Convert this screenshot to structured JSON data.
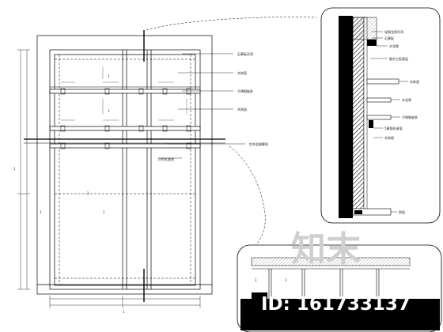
{
  "watermark": {
    "brand": "知末",
    "id_text": "ID: 161733137"
  },
  "elevation": {
    "labels": [
      "石膏板吊顶",
      "木饰面",
      "不锈钢嵌条",
      "木饰面",
      "铝合金踢脚线",
      "白色乳胶漆"
    ],
    "dimensions": [
      "1",
      "1",
      "1",
      "1",
      "1",
      "1",
      "1"
    ]
  },
  "section_detail": {
    "labels": [
      "轻钢龙骨吊顶",
      "石膏板",
      "木龙骨",
      "细木工板基层",
      "木饰面",
      "木龙骨",
      "不锈钢嵌条",
      "5厘钢化玻璃",
      "木饰面",
      "地面"
    ]
  },
  "bottom_detail": {
    "labels": [
      "1",
      "1"
    ]
  },
  "colors": {
    "line": "#000000",
    "hatch": "#111111",
    "watermark_text": "#cfcfcf",
    "background": "#ffffff"
  }
}
